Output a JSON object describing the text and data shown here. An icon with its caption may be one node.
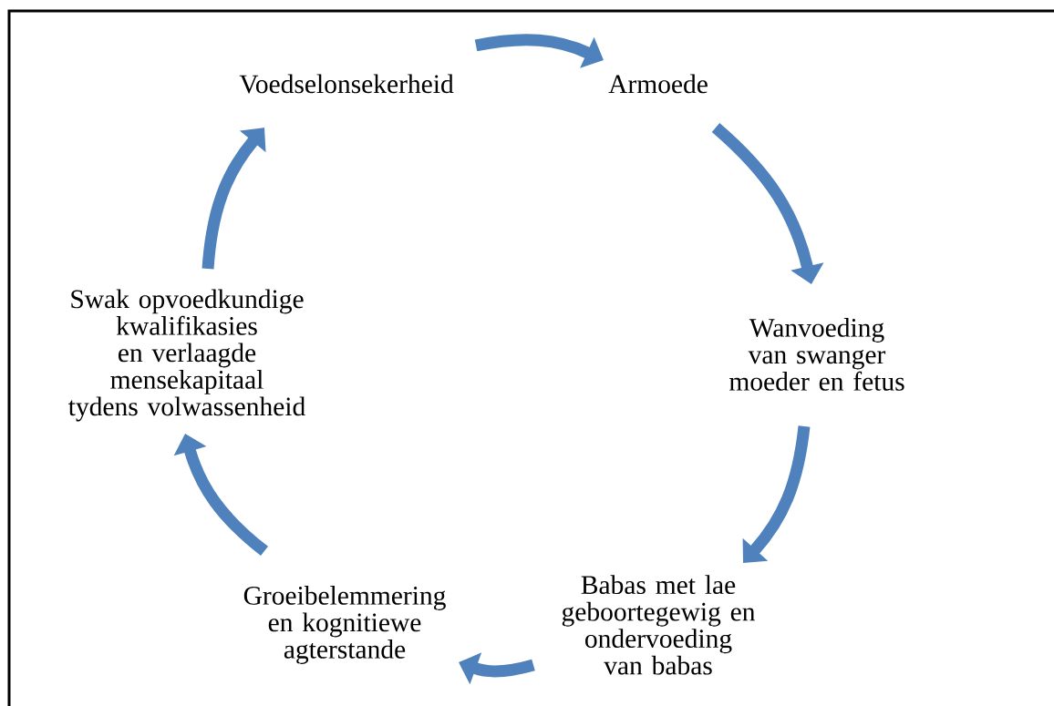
{
  "diagram": {
    "nodes": [
      {
        "text": [
          "Voedselonsekerheid"
        ]
      },
      {
        "text": [
          "Armoede"
        ]
      },
      {
        "text": [
          "Wanvoeding van swanger moeder en fetus"
        ]
      },
      {
        "text": [
          "Babas met lae geboortegewig en ondervoeding van babas"
        ]
      },
      {
        "text": [
          "Groeibelemmering en kognitiewe agterstande"
        ]
      },
      {
        "text": [
          "Swak opvoedkundige kwalifikasies en verlaagde mensekapitaal tydens volwassenheid"
        ]
      }
    ],
    "edges": [
      {
        "from": 0,
        "to": 1,
        "arrow": "to"
      },
      {
        "from": 1,
        "to": 2,
        "arrow": "to"
      },
      {
        "from": 2,
        "to": 3,
        "arrow": "to"
      },
      {
        "from": 3,
        "to": 4,
        "arrow": "to"
      },
      {
        "from": 4,
        "to": 5,
        "arrow": "to"
      },
      {
        "from": 5,
        "to": 0,
        "arrow": "to"
      }
    ]
  }
}
